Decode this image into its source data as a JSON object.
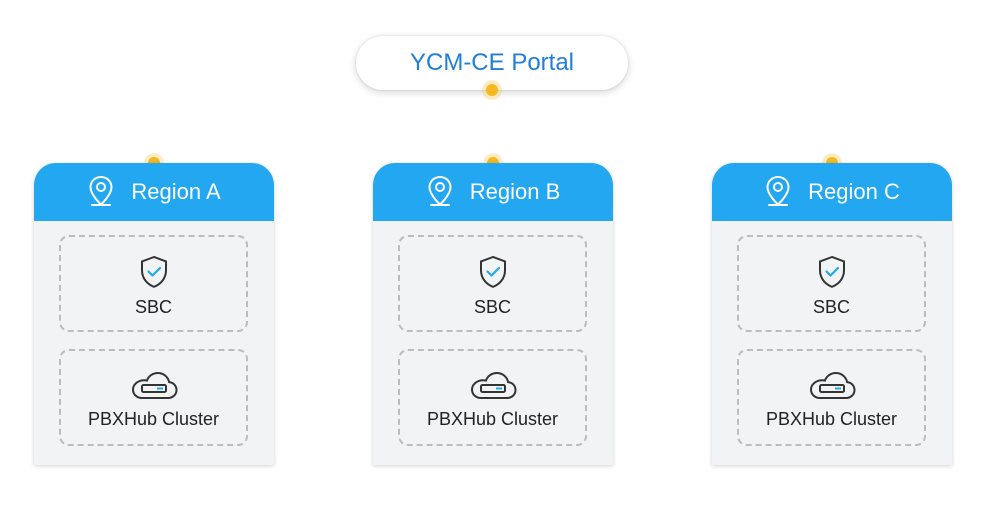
{
  "portal": {
    "label": "YCM-CE Portal"
  },
  "regions": [
    {
      "name": "Region A",
      "sbc_label": "SBC",
      "pbx_label": "PBXHub Cluster"
    },
    {
      "name": "Region B",
      "sbc_label": "SBC",
      "pbx_label": "PBXHub Cluster"
    },
    {
      "name": "Region C",
      "sbc_label": "SBC",
      "pbx_label": "PBXHub Cluster"
    }
  ],
  "colors": {
    "accent": "#22a7f0",
    "portal_text": "#1f7fd8",
    "connector_dot": "#f6b81e"
  },
  "icons": {
    "region": "location-pin-icon",
    "sbc": "shield-check-icon",
    "pbx": "cloud-server-icon"
  }
}
